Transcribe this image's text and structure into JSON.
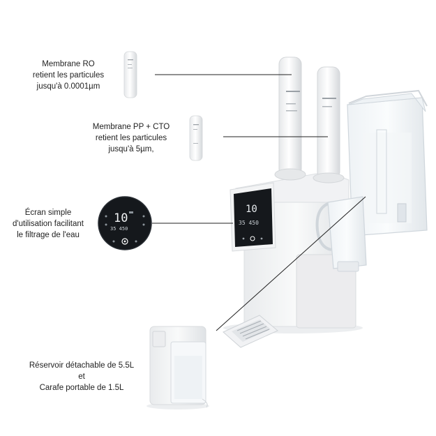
{
  "callouts": {
    "ro": {
      "lines": [
        "Membrane RO",
        "retient les particules",
        "jusqu'à 0.0001µm"
      ]
    },
    "pp_cto": {
      "lines": [
        "Membrane PP + CTO",
        "retient les particules",
        "jusqu'à 5µm,"
      ]
    },
    "screen": {
      "lines": [
        "Écran simple",
        "d'utilisation facilitant",
        "le filtrage de l'eau"
      ]
    },
    "tank": {
      "lines": [
        "Réservoir détachable de 5.5L",
        "et",
        "Carafe portable de 1.5L"
      ]
    }
  },
  "display": {
    "big_readout": "10",
    "small_readout": "35 450"
  },
  "colors": {
    "appliance": "#f4f5f6",
    "shadow": "#d9dcdf",
    "screen": "#15181c",
    "leader_line": "#222222"
  }
}
